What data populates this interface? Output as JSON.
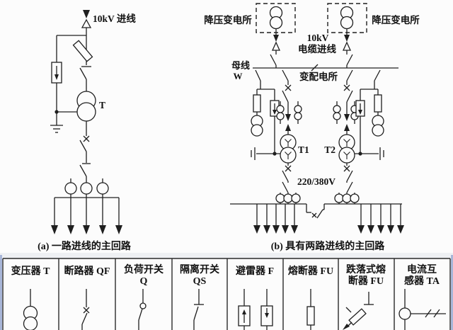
{
  "figure": {
    "diagram_a": {
      "incoming_label": "10kV 进线",
      "transformer_label": "T",
      "caption": "(a)  一路进线的主回路"
    },
    "diagram_b": {
      "station_left_label": "降压变电所",
      "station_right_label": "降压变电所",
      "cable_label_line1": "10kV",
      "cable_label_line2": "电缆进线",
      "bus_label_line1": "母线",
      "bus_label_line2": "W",
      "substation_label": "变配电所",
      "transformer1_label": "T1",
      "transformer2_label": "T2",
      "lv_voltage_label": "220/380V",
      "caption": "(b)  具有两路进线的主回路"
    },
    "legend": {
      "columns": [
        {
          "line1": "变压器 T",
          "line2": "",
          "symbol": "transformer-icon"
        },
        {
          "line1": "断路器 QF",
          "line2": "",
          "symbol": "circuit-breaker-icon"
        },
        {
          "line1": "负荷开关",
          "line2": "Q",
          "symbol": "load-switch-icon"
        },
        {
          "line1": "隔离开关",
          "line2": "QS",
          "symbol": "isolator-switch-icon"
        },
        {
          "line1": "避雷器 F",
          "line2": "",
          "symbol": "surge-arrester-icon"
        },
        {
          "line1": "熔断器 FU",
          "line2": "",
          "symbol": "fuse-icon"
        },
        {
          "line1": "跌落式熔",
          "line2": "断器 FU",
          "symbol": "dropout-fuse-icon"
        },
        {
          "line1": "电流互",
          "line2": "感器 TA",
          "symbol": "current-transformer-icon"
        }
      ]
    },
    "colors": {
      "line": "#1f1f1f",
      "background": "#fcfcfc",
      "edge_accent": "#a8b6d8"
    }
  }
}
